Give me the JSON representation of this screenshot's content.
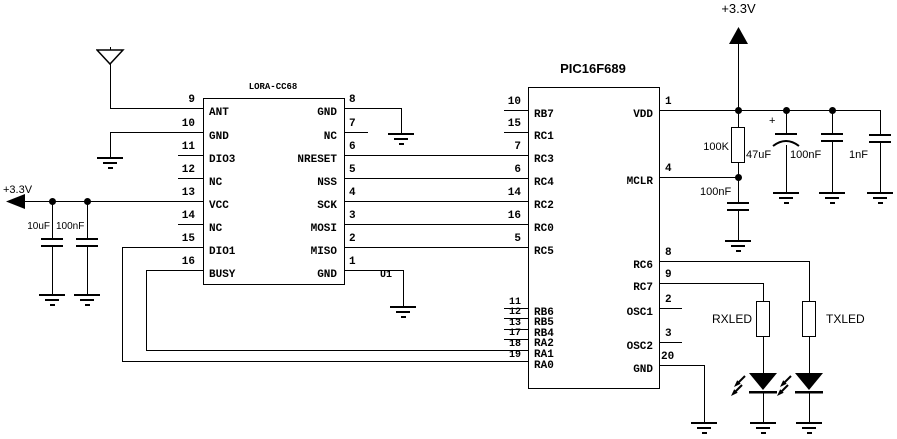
{
  "style": {
    "ink": "#000000",
    "paper": "#ffffff"
  },
  "power": {
    "top_rail": "+3.3V",
    "left_rail": "+3.3V"
  },
  "lora": {
    "title": "LORA-CC68",
    "refdes": "U1",
    "left_pins": [
      {
        "num": "9",
        "label": "ANT"
      },
      {
        "num": "10",
        "label": "GND"
      },
      {
        "num": "11",
        "label": "DIO3"
      },
      {
        "num": "12",
        "label": "NC"
      },
      {
        "num": "13",
        "label": "VCC"
      },
      {
        "num": "14",
        "label": "NC"
      },
      {
        "num": "15",
        "label": "DIO1"
      },
      {
        "num": "16",
        "label": "BUSY"
      }
    ],
    "right_pins": [
      {
        "num": "8",
        "label": "GND"
      },
      {
        "num": "7",
        "label": "NC"
      },
      {
        "num": "6",
        "label": "NRESET"
      },
      {
        "num": "5",
        "label": "NSS"
      },
      {
        "num": "4",
        "label": "SCK"
      },
      {
        "num": "3",
        "label": "MOSI"
      },
      {
        "num": "2",
        "label": "MISO"
      },
      {
        "num": "1",
        "label": "GND"
      }
    ]
  },
  "pic": {
    "title": "PIC16F689",
    "left_pins": [
      {
        "num": "10",
        "label": "RB7"
      },
      {
        "num": "15",
        "label": "RC1"
      },
      {
        "num": "7",
        "label": "RC3"
      },
      {
        "num": "6",
        "label": "RC4"
      },
      {
        "num": "14",
        "label": "RC2"
      },
      {
        "num": "16",
        "label": "RC0"
      },
      {
        "num": "5",
        "label": "RC5"
      },
      {
        "num": "11",
        "label": "RB6"
      },
      {
        "num": "12",
        "label": "RB5"
      },
      {
        "num": "13",
        "label": "RB4"
      },
      {
        "num": "17",
        "label": "RA2"
      },
      {
        "num": "18",
        "label": "RA1"
      },
      {
        "num": "19",
        "label": "RA0"
      }
    ],
    "right_pins": [
      {
        "num": "1",
        "label": "VDD"
      },
      {
        "num": "4",
        "label": "MCLR"
      },
      {
        "num": "8",
        "label": "RC6"
      },
      {
        "num": "9",
        "label": "RC7"
      },
      {
        "num": "2",
        "label": "OSC1"
      },
      {
        "num": "3",
        "label": "OSC2"
      },
      {
        "num": "20",
        "label": "GND"
      }
    ]
  },
  "components": {
    "pullup_resistor": "100K",
    "mclr_cap": "100nF",
    "bulk_cap": "47uF",
    "bulk_cap_polarity": "+",
    "bypass_cap_1": "100nF",
    "bypass_cap_2": "1nF",
    "lora_bulk_cap": "10uF",
    "lora_bypass_cap": "100nF",
    "rx_led_resistor": "RXLED",
    "tx_led_resistor": "TXLED"
  }
}
